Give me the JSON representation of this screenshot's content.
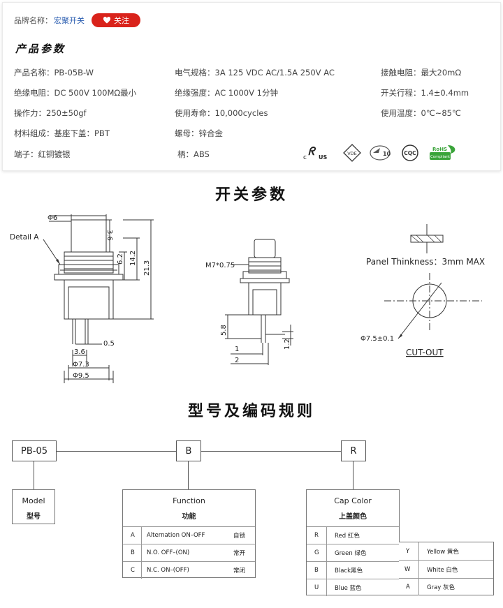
{
  "brand": {
    "label": "品牌名称：",
    "name": "宏聚开关",
    "follow": "关注"
  },
  "params_title": "产品参数",
  "params": [
    {
      "text": "产品名称：PB-05B-W"
    },
    {
      "text": "电气规格：3A  125 VDC AC/1.5A  250V AC"
    },
    {
      "text": "接触电阻：最大20mΩ"
    },
    {
      "text": "绝缘电阻：DC 500V 100MΩ最小"
    },
    {
      "text": "绝缘强度：AC 1000V 1分钟"
    },
    {
      "text": "开关行程：1.4±0.4mm"
    },
    {
      "text": "操作力：250±50gf"
    },
    {
      "text": "使用寿命：10,000cycles"
    },
    {
      "text": "使用温度：0℃~85℃"
    },
    {
      "text": "材料组成：基座下盖：PBT"
    },
    {
      "text": "螺母：锌合金"
    },
    {
      "text": "端子：红铜镀银"
    },
    {
      "text": "柄：ABS"
    }
  ],
  "certs": {
    "ul_c": "c",
    "ul_us": "US",
    "vde": "VDE",
    "cqc": "CQC",
    "rohs": "RoHS",
    "rohs_sub": "Compliant",
    "enec": "10"
  },
  "switch_title": "开关参数",
  "drawing": {
    "detail": "Detail A",
    "d6": "Φ6",
    "d36top": "3.6",
    "d62": "6.2",
    "d142": "14.2",
    "d213": "21.3",
    "d36": "3.6",
    "d05": "0.5",
    "d73": "Φ7.3",
    "d95": "Φ9.5",
    "thread": "M7*0.75",
    "d58": "5.8",
    "d1": "1",
    "d2": "2",
    "d12": "1.2",
    "panel": "Panel Thinkness：3mm MAX",
    "cut_dia": "Φ7.5±0.1",
    "cutout": "CUT-OUT"
  },
  "code_title": "型号及编码规则",
  "code": {
    "pb": "PB-05",
    "b": "B",
    "r": "R",
    "model_en": "Model",
    "model_cn": "型号",
    "func_en": "Function",
    "func_cn": "功能",
    "func_rows": [
      {
        "code": "A",
        "desc": "Alternation   ON–OFF",
        "cn": "自锁"
      },
      {
        "code": "B",
        "desc": "N.O.    OFF–(ON)",
        "cn": "常开"
      },
      {
        "code": "C",
        "desc": "N.C.    ON–(OFF)",
        "cn": "常闭"
      }
    ],
    "cap_en": "Cap Color",
    "cap_cn": "上盖颜色",
    "cap_rows": [
      {
        "code": "R",
        "name": "Red 红色"
      },
      {
        "code": "G",
        "name": "Green 绿色"
      },
      {
        "code": "B",
        "name": "Black黑色"
      },
      {
        "code": "U",
        "name": "Blue 蓝色"
      }
    ],
    "cap_rows2": [
      {
        "code": "Y",
        "name": "Yellow 黄色"
      },
      {
        "code": "W",
        "name": "White 白色"
      },
      {
        "code": "A",
        "name": "Gray 灰色"
      }
    ]
  }
}
